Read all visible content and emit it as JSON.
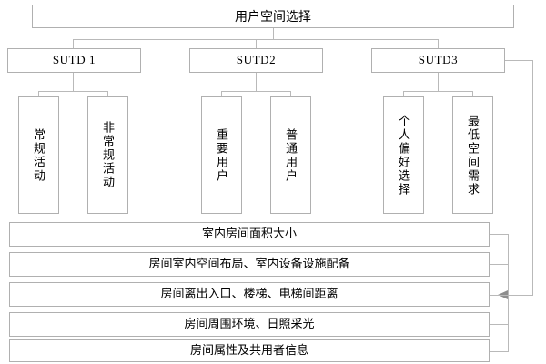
{
  "diagram": {
    "root": {
      "label": "用户空间选择"
    },
    "level2": [
      {
        "label": "SUTD 1"
      },
      {
        "label": "SUTD2"
      },
      {
        "label": "SUTD3"
      }
    ],
    "leaves": [
      {
        "label": "常规活动",
        "parent": "SUTD 1"
      },
      {
        "label": "非常规活动",
        "parent": "SUTD 1"
      },
      {
        "label": "重要用户",
        "parent": "SUTD2"
      },
      {
        "label": "普通用户",
        "parent": "SUTD2"
      },
      {
        "label": "个人偏好选择",
        "parent": "SUTD3"
      },
      {
        "label": "最低空间需求",
        "parent": "SUTD3"
      }
    ],
    "attributes": [
      {
        "label": "室内房间面积大小"
      },
      {
        "label": "房间室内空间布局、室内设备设施配备"
      },
      {
        "label": "房间离出入口、楼梯、电梯间距离"
      },
      {
        "label": "房间周围环境、日照采光"
      },
      {
        "label": "房间属性及共用者信息"
      }
    ],
    "colors": {
      "box_border": "#b0b0b0",
      "connector": "#b9b9b9",
      "arrow_fill": "#8d8d8d",
      "background": "#ffffff",
      "text": "#000000"
    }
  }
}
